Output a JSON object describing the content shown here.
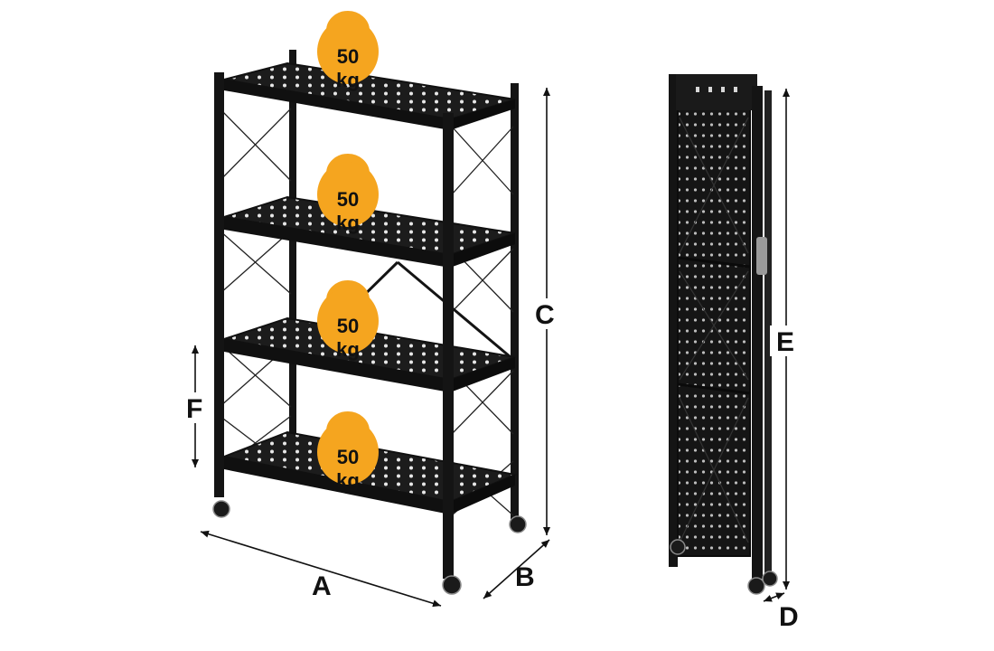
{
  "product": {
    "shelf_tiers": 4,
    "weight_badges": [
      {
        "value": "50",
        "unit": "kg"
      },
      {
        "value": "50",
        "unit": "kg"
      },
      {
        "value": "50",
        "unit": "kg"
      },
      {
        "value": "50",
        "unit": "kg"
      }
    ]
  },
  "dimension_labels": {
    "width": "A",
    "depth": "B",
    "height": "C",
    "folded_depth": "D",
    "folded_height": "E",
    "shelf_gap": "F"
  },
  "colors": {
    "frame": "#141414",
    "shelf": "#1c1c1c",
    "badge": "#F5A51F",
    "badge_text": "#111111",
    "dimension_line": "#111111"
  }
}
